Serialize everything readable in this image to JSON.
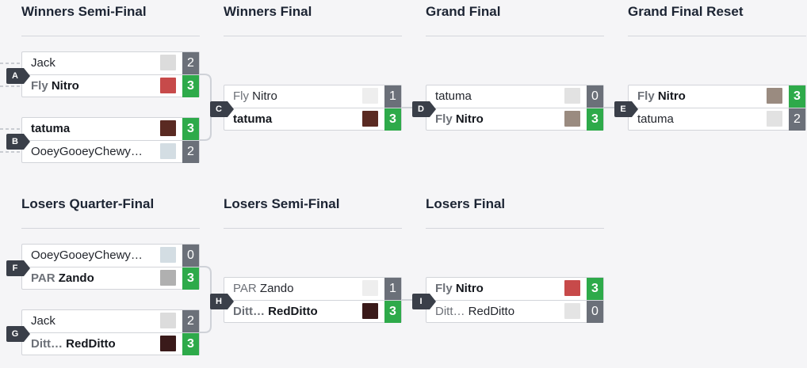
{
  "rounds": [
    "Winners Semi-Final",
    "Winners Final",
    "Grand Final",
    "Grand Final Reset",
    "Losers Quarter-Final",
    "Losers Semi-Final",
    "Losers Final"
  ],
  "matches": [
    {
      "id": "A",
      "p": [
        {
          "prefix": "",
          "name": "Jack",
          "score": "2",
          "win": false,
          "avatar": "#dcdcdc"
        },
        {
          "prefix": "Fly ",
          "name": "Nitro",
          "score": "3",
          "win": true,
          "avatar": "#c74a4a"
        }
      ]
    },
    {
      "id": "B",
      "p": [
        {
          "prefix": "",
          "name": "tatuma",
          "score": "3",
          "win": true,
          "avatar": "#5a2a22"
        },
        {
          "prefix": "",
          "name": "OoeyGooeyChewy…",
          "score": "2",
          "win": false,
          "avatar": "#d3dde3"
        }
      ]
    },
    {
      "id": "C",
      "p": [
        {
          "prefix": "Fly ",
          "name": "Nitro",
          "score": "1",
          "win": false,
          "avatar": "#eeeeee"
        },
        {
          "prefix": "",
          "name": "tatuma",
          "score": "3",
          "win": true,
          "avatar": "#5a2a22"
        }
      ]
    },
    {
      "id": "D",
      "p": [
        {
          "prefix": "",
          "name": "tatuma",
          "score": "0",
          "win": false,
          "avatar": "#e2e2e2"
        },
        {
          "prefix": "Fly ",
          "name": "Nitro",
          "score": "3",
          "win": true,
          "avatar": "#9a8b80"
        }
      ]
    },
    {
      "id": "E",
      "p": [
        {
          "prefix": "Fly ",
          "name": "Nitro",
          "score": "3",
          "win": true,
          "avatar": "#9a8b80"
        },
        {
          "prefix": "",
          "name": "tatuma",
          "score": "2",
          "win": false,
          "avatar": "#e2e2e2"
        }
      ]
    },
    {
      "id": "F",
      "p": [
        {
          "prefix": "",
          "name": "OoeyGooeyChewy…",
          "score": "0",
          "win": false,
          "avatar": "#d3dde3"
        },
        {
          "prefix": "PAR ",
          "name": "Zando",
          "score": "3",
          "win": true,
          "avatar": "#b0b0b0"
        }
      ]
    },
    {
      "id": "G",
      "p": [
        {
          "prefix": "",
          "name": "Jack",
          "score": "2",
          "win": false,
          "avatar": "#dcdcdc"
        },
        {
          "prefix": "Ditt… ",
          "name": "RedDitto",
          "score": "3",
          "win": true,
          "avatar": "#3a1a1a"
        }
      ]
    },
    {
      "id": "H",
      "p": [
        {
          "prefix": "PAR ",
          "name": "Zando",
          "score": "1",
          "win": false,
          "avatar": "#eeeeee"
        },
        {
          "prefix": "Ditt… ",
          "name": "RedDitto",
          "score": "3",
          "win": true,
          "avatar": "#3a1a1a"
        }
      ]
    },
    {
      "id": "I",
      "p": [
        {
          "prefix": "Fly ",
          "name": "Nitro",
          "score": "3",
          "win": true,
          "avatar": "#c74a4a"
        },
        {
          "prefix": "Ditt… ",
          "name": "RedDitto",
          "score": "0",
          "win": false,
          "avatar": "#e4e4e4"
        }
      ]
    }
  ]
}
